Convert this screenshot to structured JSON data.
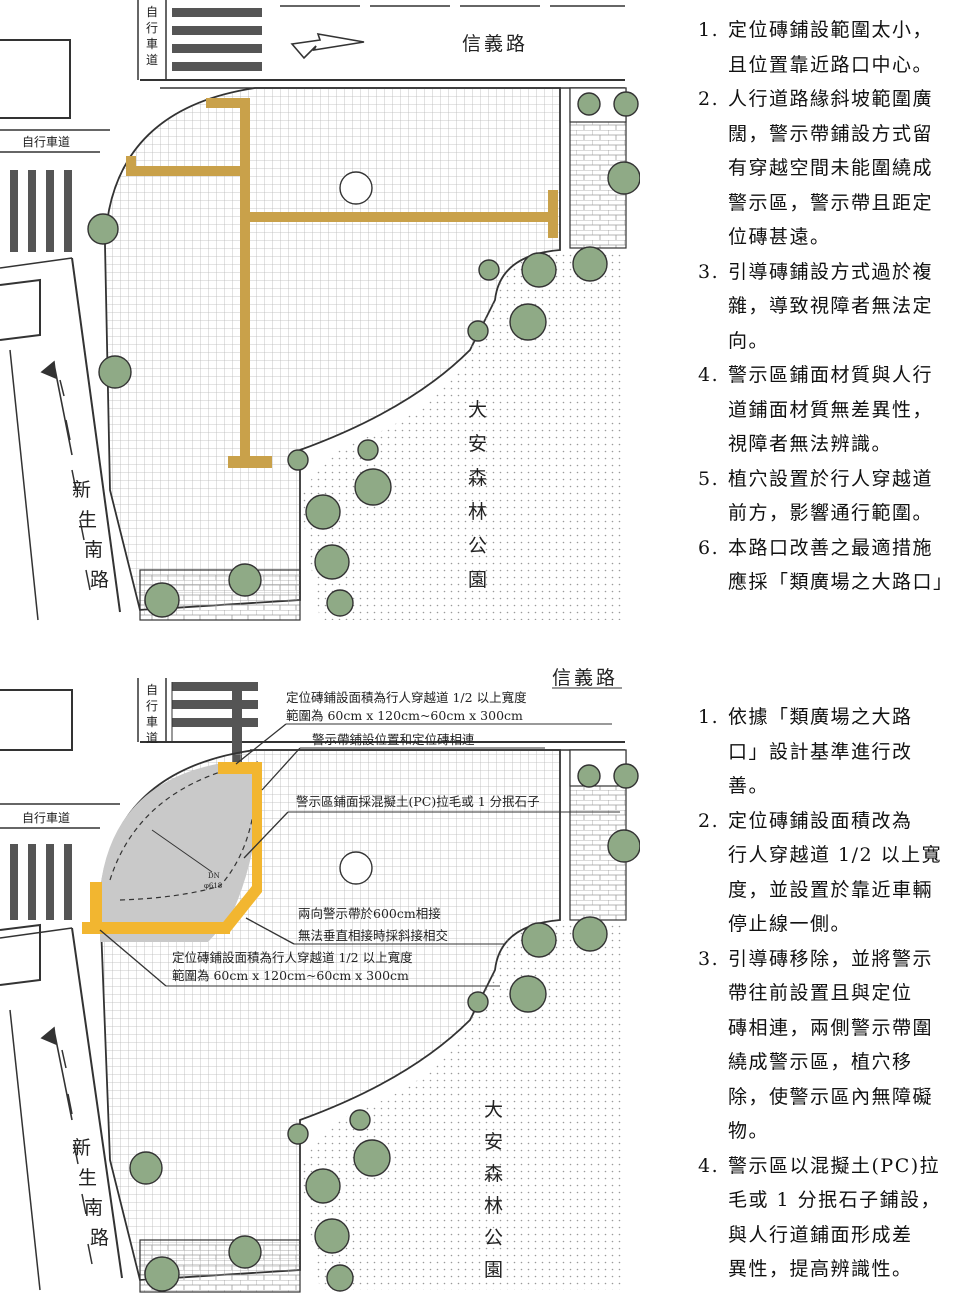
{
  "colors": {
    "tactile_yellow": "#c9a14a",
    "warning_zone_yellow": "#f2b630",
    "warning_zone_gray": "#c9c9c9",
    "tree_green": "#8faa86",
    "paving_line": "#b8b8b8"
  },
  "top": {
    "map": {
      "road_top": "信義路",
      "bike_lane_vertical": "自行車道",
      "bike_lane_horizontal": "自行車道",
      "road_left": "新生南路",
      "park": "大安森林公園"
    },
    "notes": [
      {
        "num": "1.",
        "lines": [
          "定位磚鋪設範圍太小，",
          "且位置靠近路口中心。"
        ]
      },
      {
        "num": "2.",
        "lines": [
          "人行道路緣斜坡範圍廣",
          "闊，警示帶鋪設方式留",
          "有穿越空間未能圍繞成",
          "警示區，警示帶且距定",
          "位磚甚遠。"
        ]
      },
      {
        "num": "3.",
        "lines": [
          "引導磚鋪設方式過於複",
          "雜，導致視障者無法定",
          "向。"
        ]
      },
      {
        "num": "4.",
        "lines": [
          "警示區鋪面材質與人行",
          "道鋪面材質無差異性，",
          "視障者無法辨識。"
        ]
      },
      {
        "num": "5.",
        "lines": [
          "植穴設置於行人穿越道",
          "前方，影響通行範圍。"
        ]
      },
      {
        "num": "6.",
        "lines": [
          "本路口改善之最適措施",
          "應採「類廣場之大路口」"
        ]
      }
    ]
  },
  "bottom": {
    "map": {
      "road_top": "信義路",
      "bike_lane_vertical": "自行車道",
      "bike_lane_horizontal": "自行車道",
      "road_left": "新生南路",
      "park": "大安森林公園",
      "dn_label": "DN",
      "dn_value": "φ618"
    },
    "annotations": {
      "a1_line1": "定位磚鋪設面積為行人穿越道 1/2 以上寬度",
      "a1_line2": "範圍為 60cm x 120cm~60cm x 300cm",
      "a2": "警示帶鋪設位置和定位磚相連",
      "a3": "警示區鋪面採混擬土(PC)拉毛或 1 分抿石子",
      "a4_line1": "兩向警示帶於600cm相接",
      "a4_line2": "無法垂直相接時採斜接相交",
      "a5_line1": "定位磚鋪設面積為行人穿越道 1/2 以上寬度",
      "a5_line2": "範圍為 60cm x 120cm~60cm x 300cm"
    },
    "notes": [
      {
        "num": "1.",
        "lines": [
          "依據「類廣場之大路",
          "口」設計基準進行改",
          "善。"
        ]
      },
      {
        "num": "2.",
        "lines": [
          "定位磚鋪設面積改為",
          "行人穿越道 1/2 以上寬",
          "度，並設置於靠近車輛",
          "停止線一側。"
        ]
      },
      {
        "num": "3.",
        "lines": [
          "引導磚移除，並將警示",
          "帶往前設置且與定位",
          "磚相連，兩側警示帶圍",
          "繞成警示區，植穴移",
          "除，使警示區內無障礙",
          "物。"
        ]
      },
      {
        "num": "4.",
        "lines": [
          "警示區以混擬土(PC)拉",
          "毛或 1 分抿石子鋪設，",
          "與人行道鋪面形成差",
          "異性，提高辨識性。"
        ]
      }
    ]
  }
}
